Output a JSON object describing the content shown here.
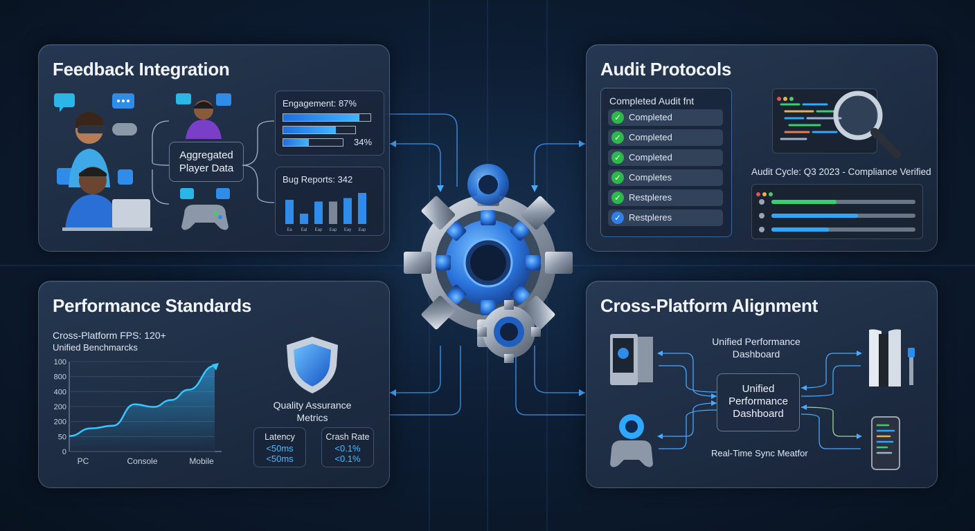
{
  "feedback": {
    "title": "Feedback Integration",
    "hub": "Aggregated Player Data",
    "engagement_label": "Engagement: 87%",
    "engagement_bars": [
      0.87,
      0.73,
      0.43
    ],
    "third_bar_label": "34%",
    "bug_label": "Bug Reports: 342",
    "bug_chart": {
      "type": "bar",
      "values": [
        0.7,
        0.3,
        0.65,
        0.65,
        0.75,
        0.9
      ],
      "tick_labels": [
        "Ea",
        "Eal",
        "Eap",
        "Eap",
        "Eay",
        "Eap"
      ]
    }
  },
  "audit": {
    "title": "Audit Protocols",
    "list_title": "Completed Audit fnt",
    "items": [
      "Completed",
      "Completed",
      "Completed",
      "Completes",
      "Restpleres",
      "Restpleres"
    ],
    "cycle": "Audit Cycle: Q3 2023 - Compliance Verified",
    "progress": [
      0.45,
      0.6,
      0.4
    ],
    "progress_colors": [
      "#35d36b",
      "#2fa8ff",
      "#2fa8ff"
    ]
  },
  "performance": {
    "title": "Performance Standards",
    "fps": "Cross-Platform FPS: 120+",
    "subtitle": "Unified Benchmarcks",
    "chart_data": {
      "type": "area",
      "categories": [
        "PC",
        "Console",
        "Mobile"
      ],
      "y_ticks": [
        "100",
        "800",
        "400",
        "200",
        "200",
        "50",
        "0"
      ],
      "x": [
        0,
        0.15,
        0.3,
        0.45,
        0.58,
        0.7,
        0.82,
        1.0
      ],
      "values": [
        0.18,
        0.27,
        0.3,
        0.55,
        0.52,
        0.6,
        0.72,
        1.0
      ]
    },
    "shield_label": "Quality Assurance Metrics",
    "latency": {
      "label": "Latency",
      "v1": "<50ms",
      "v2": "<50ms"
    },
    "crash": {
      "label": "Crash Rate",
      "v1": "<0.1%",
      "v2": "<0.1%"
    }
  },
  "cross": {
    "title": "Cross-Platform Alignment",
    "top_label": "Unified Performance Dashboard",
    "hub": "Unified Performance Dashboard",
    "sync": "Real-Time Sync Meatfor"
  },
  "colors": {
    "accent": "#2f9bff",
    "green": "#2db84a"
  }
}
